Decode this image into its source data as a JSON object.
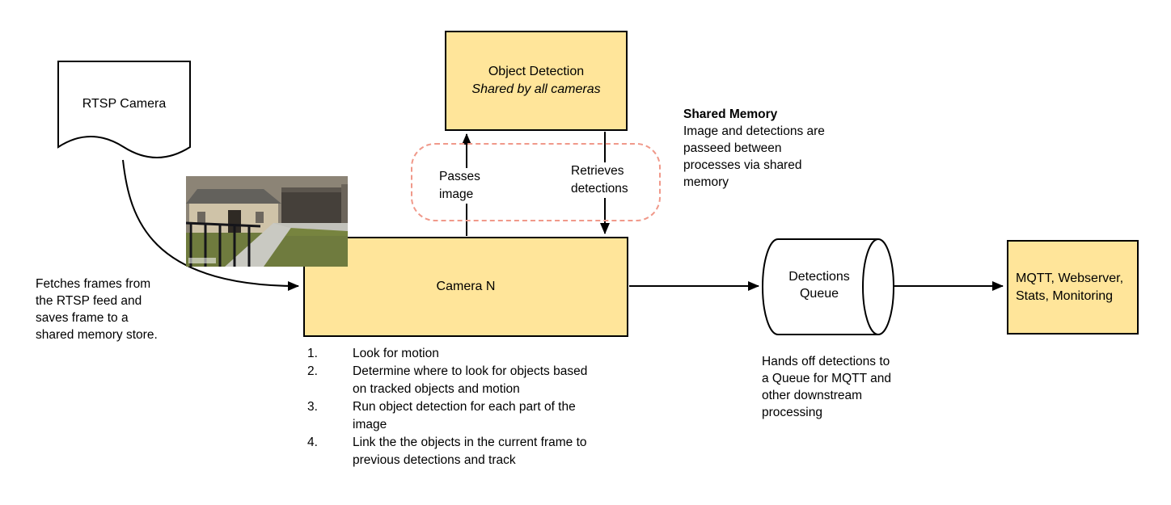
{
  "colors": {
    "box_fill": "#ffe59a",
    "box_border": "#000000",
    "dashed_border": "#f0998a",
    "arrow": "#000000"
  },
  "rtsp_camera": {
    "label": "RTSP Camera"
  },
  "fetch_note": "Fetches frames from the RTSP feed and saves frame to a shared memory store.",
  "object_detection": {
    "title": "Object Detection",
    "subtitle": "Shared by all cameras"
  },
  "shared_memory": {
    "title": "Shared Memory",
    "body": "Image and detections are passeed between processes via shared memory"
  },
  "flow_labels": {
    "passes_image": "Passes image",
    "retrieves_detections": "Retrieves detections"
  },
  "camera_n": {
    "label": "Camera N",
    "steps": [
      {
        "num": "1.",
        "text": "Look for motion"
      },
      {
        "num": "2.",
        "text": "Determine where to look for objects based on tracked objects and motion"
      },
      {
        "num": "3.",
        "text": "Run object detection for each part of the image"
      },
      {
        "num": "4.",
        "text": "Link the the objects in the current frame to previous detections and track"
      }
    ]
  },
  "detections_queue": {
    "label": "Detections Queue",
    "note": "Hands off detections to a Queue for MQTT and other downstream processing"
  },
  "outputs_box": {
    "label": "MQTT, Webserver, Stats, Monitoring"
  }
}
